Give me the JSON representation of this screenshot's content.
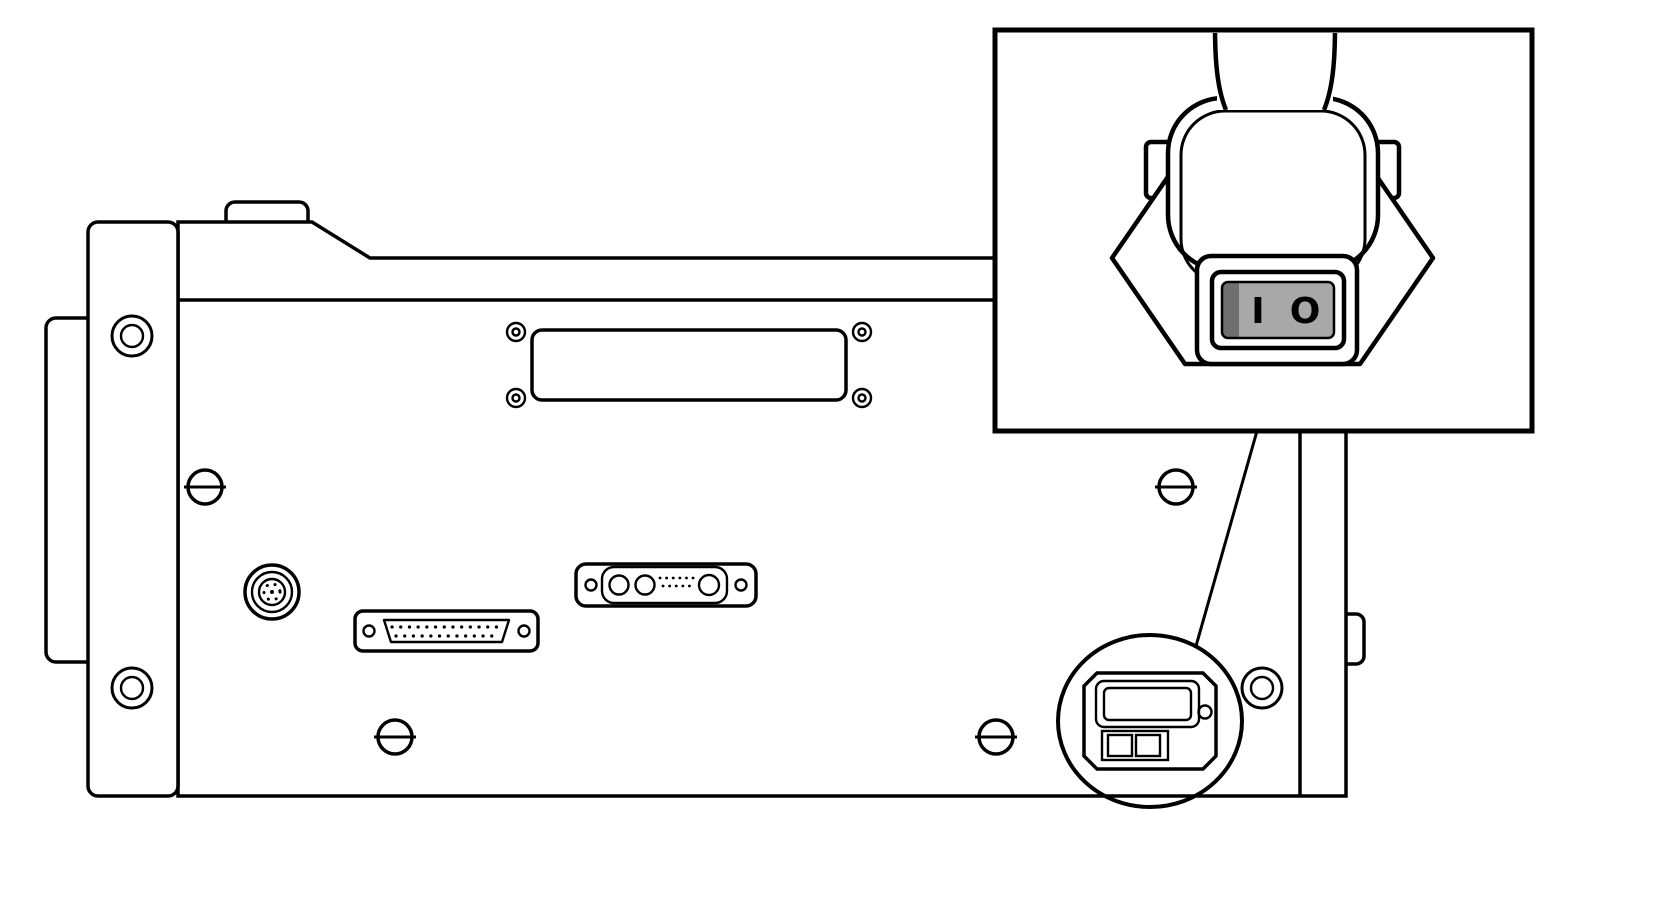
{
  "diagram": {
    "kind": "technical-line-drawing",
    "background_color": "#ffffff",
    "line_color": "#000000",
    "main_view": {
      "components": [
        "left-rack-ear",
        "panel-body",
        "top-cover-plate",
        "circular-connector",
        "db25-connector",
        "combo-connector",
        "power-inlet-module",
        "zoom-indicator-circle"
      ]
    },
    "callout": {
      "power_switch": {
        "on_label": "I",
        "off_label": "O",
        "rocker_fill": "#a8a8a8",
        "rocker_edge_fill": "#6f6f6f"
      }
    }
  }
}
